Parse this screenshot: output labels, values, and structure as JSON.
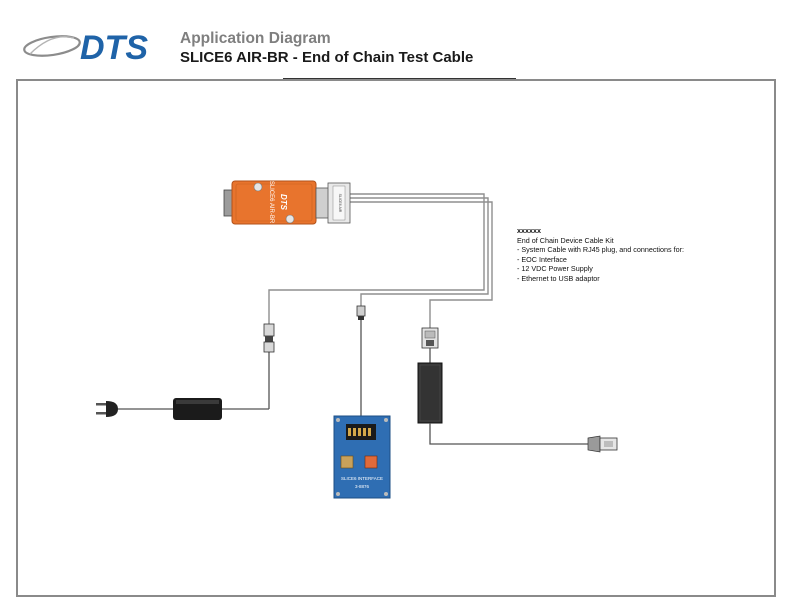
{
  "header": {
    "logo_text": "DTS",
    "title": "Application Diagram",
    "subtitle": "SLICE6 AIR-BR - End of Chain Test Cable"
  },
  "device": {
    "label": "SLICE6 AIR-BR",
    "brand": "DTS",
    "connector_label": "SLICE6 AIR"
  },
  "board": {
    "label": "SLICE6 INTERFACE",
    "part_no": "3-8876"
  },
  "notes": {
    "header": "xxxxxx",
    "lines": [
      "End of Chain Device Cable Kit",
      "- System Cable with RJ45 plug, and connections for:",
      "- EOC Interface",
      "- 12 VDC Power Supply",
      "- Ethernet to USB adaptor"
    ]
  },
  "colors": {
    "logo_blue": "#1f63a8",
    "device_orange": "#e8742d",
    "board_blue": "#2f6eb3",
    "cable_gray": "#8f8f8f",
    "frame_gray": "#8a8a8a",
    "title_gray": "#7f7f7f"
  }
}
